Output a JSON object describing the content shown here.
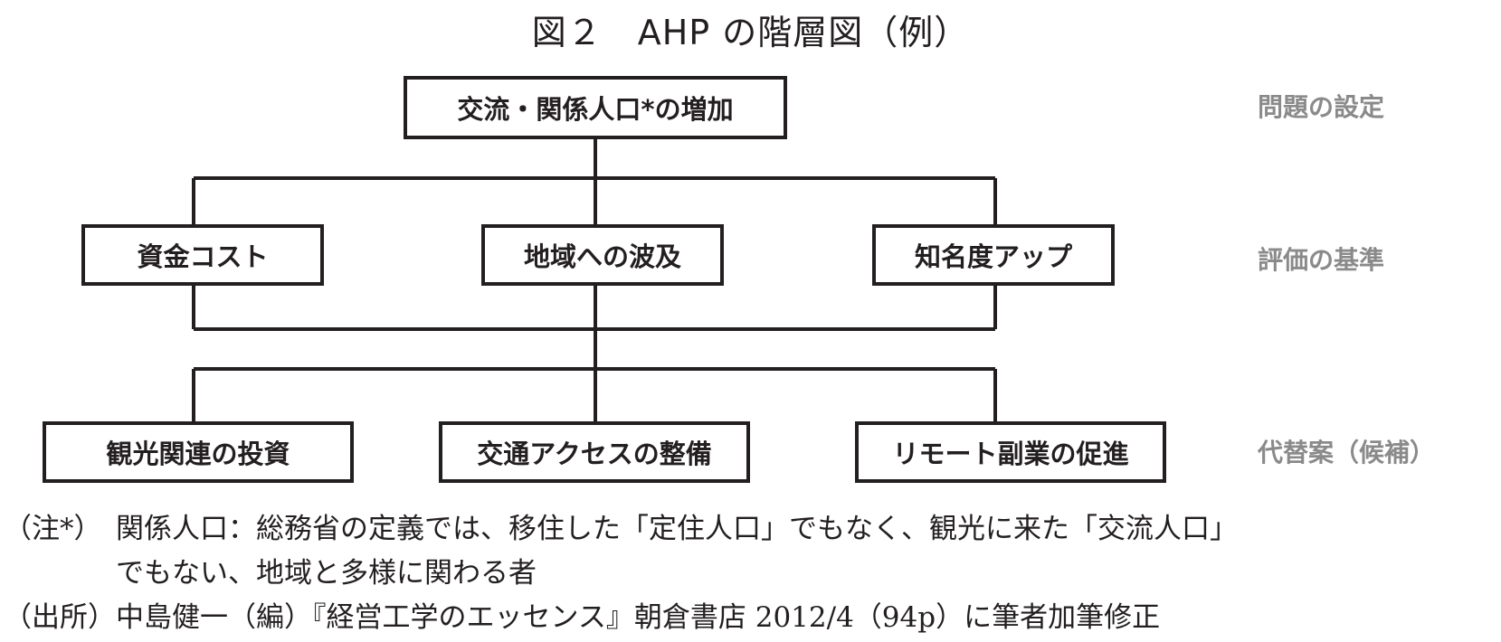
{
  "title": "図２　AHP の階層図（例）",
  "levels": {
    "goal": "問題の設定",
    "criteria": "評価の基準",
    "alternatives": "代替案（候補）"
  },
  "goal": "交流・関係人口*の増加",
  "criteria": [
    "資金コスト",
    "地域への波及",
    "知名度アップ"
  ],
  "alternatives": [
    "観光関連の投資",
    "交通アクセスの整備",
    "リモート副業の促進"
  ],
  "notes": {
    "note_label": "（注*）",
    "note_line1": "関係人口：総務省の定義では、移住した「定住人口」でもなく、観光に来た「交流人口」",
    "note_line2": "でもない、地域と多様に関わる者",
    "source_label": "（出所）",
    "source_text": "中島健一（編）『経営工学のエッセンス』朝倉書店 2012/4（94p）に筆者加筆修正"
  }
}
